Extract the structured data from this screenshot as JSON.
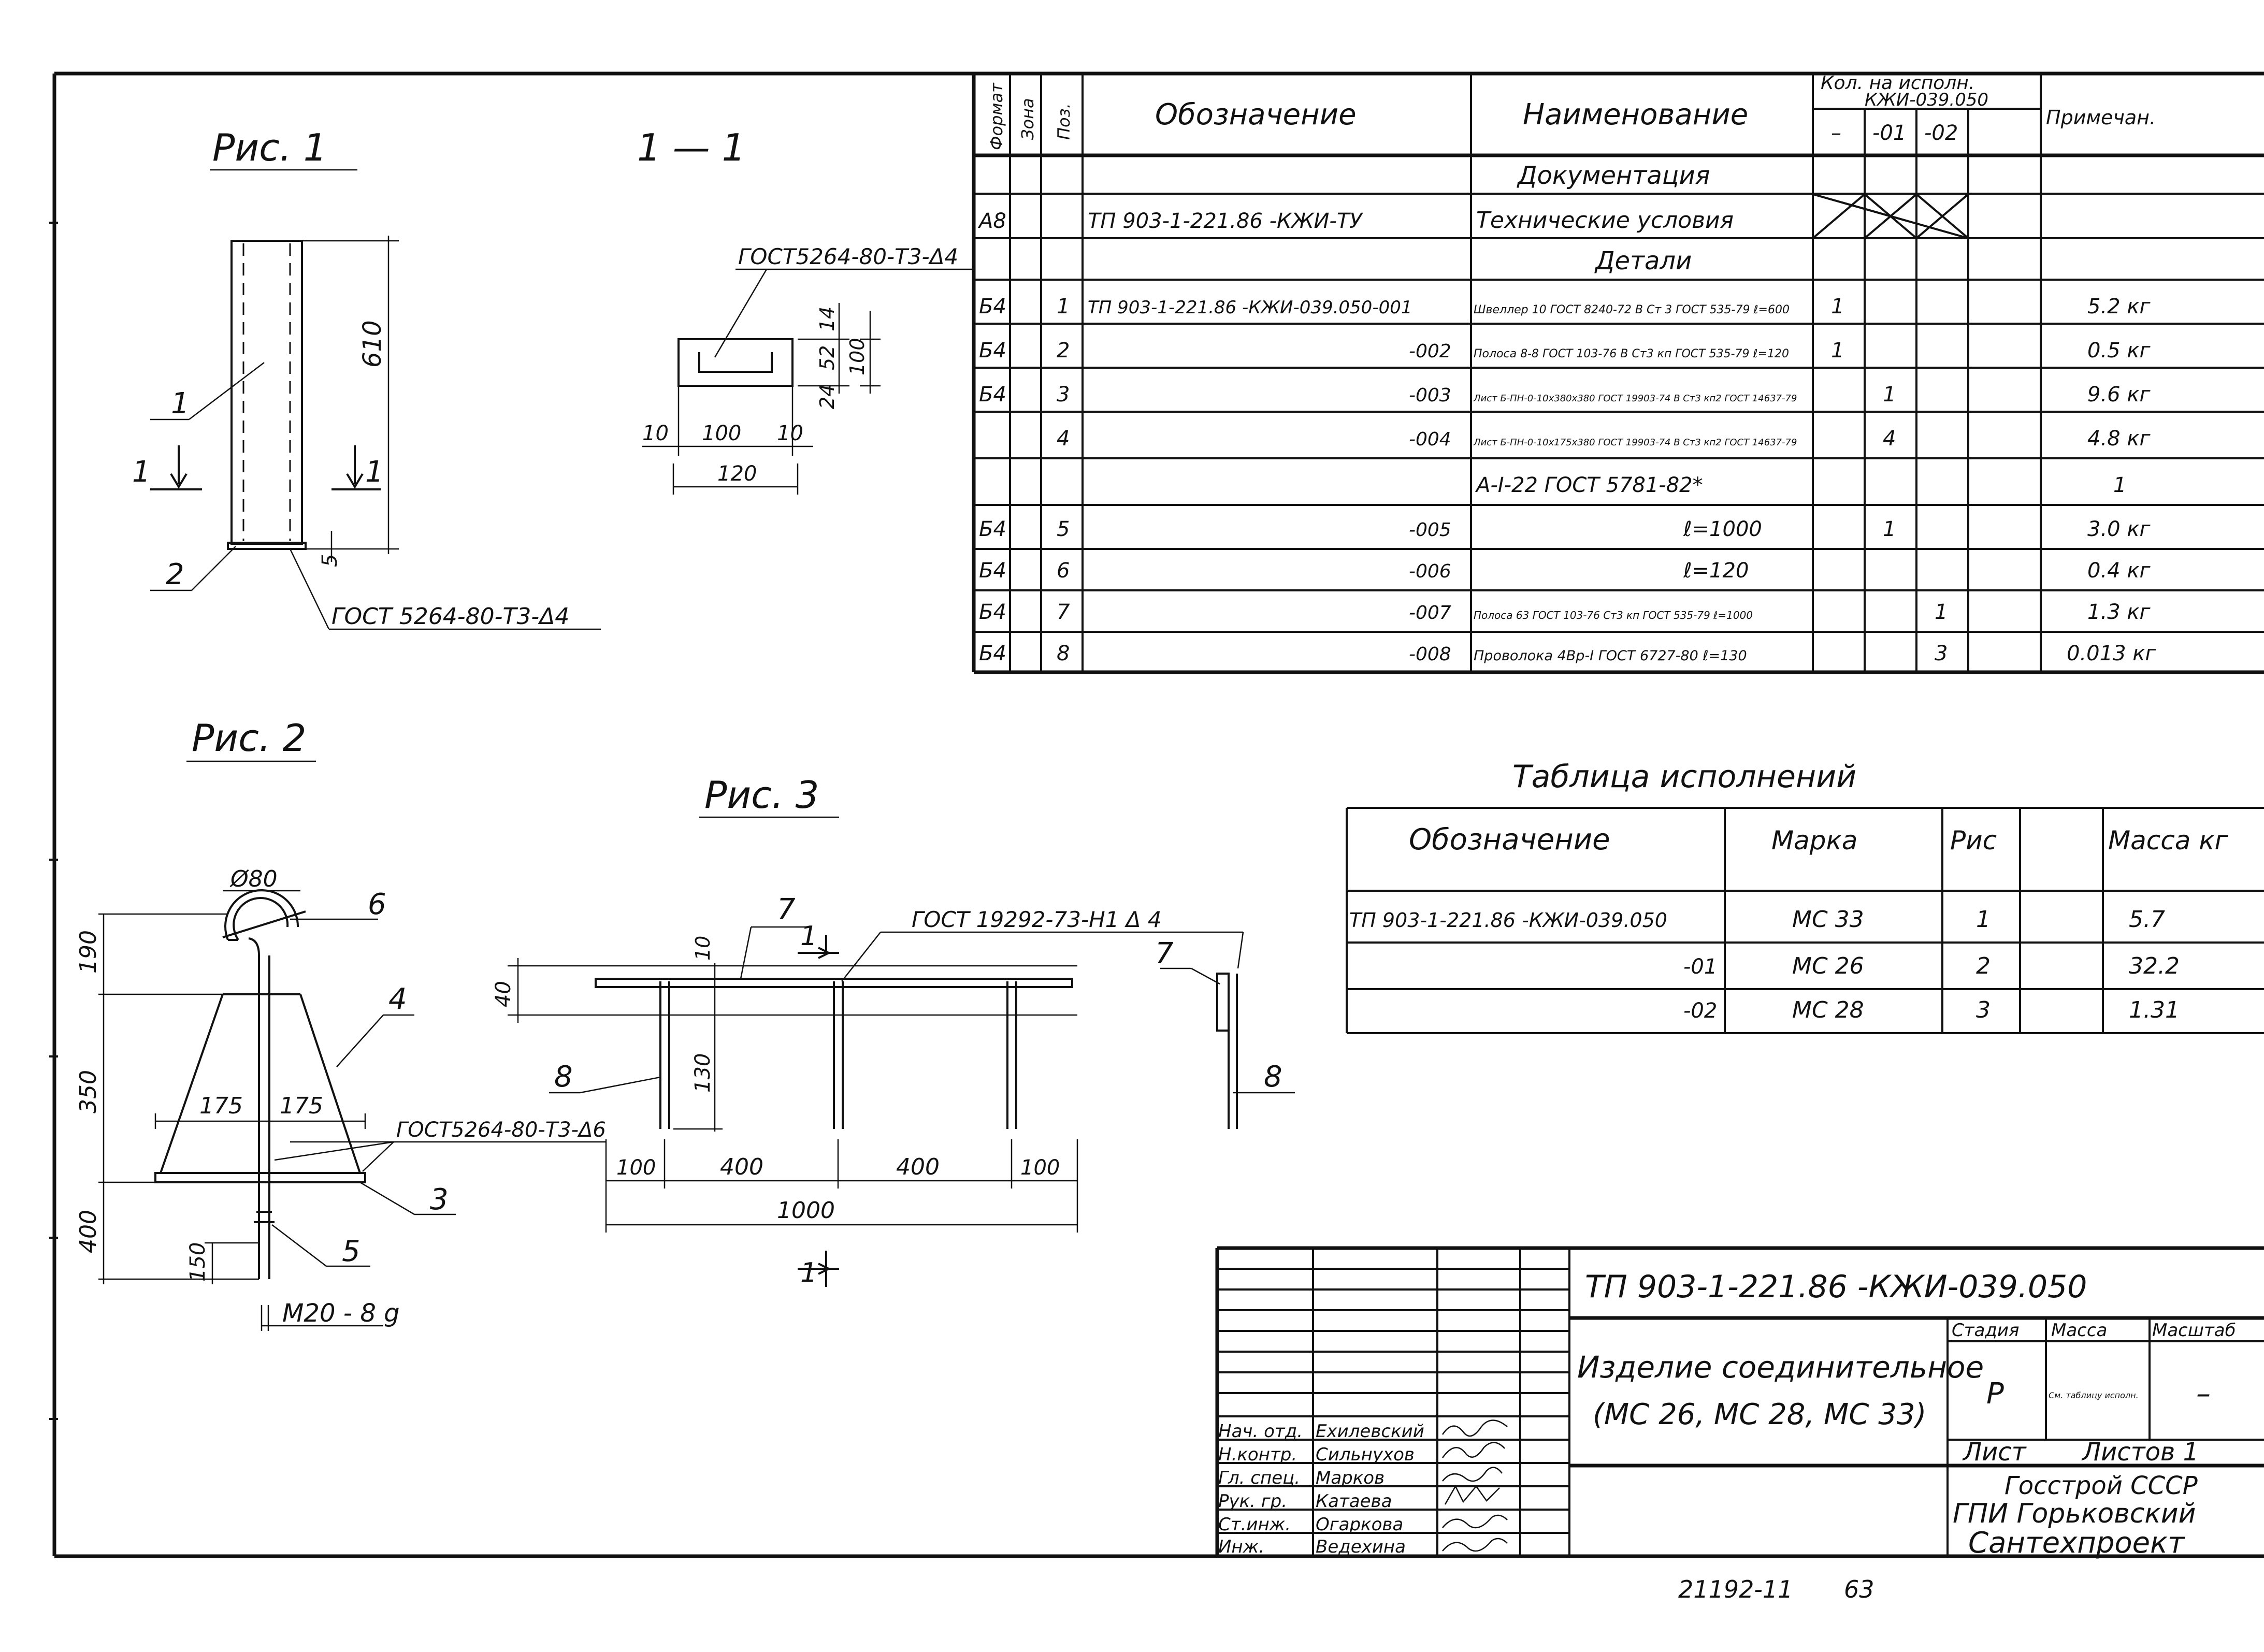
{
  "figures": {
    "fig1_title": "Рис. 1",
    "section_title": "1 — 1",
    "fig2_title": "Рис. 2",
    "fig3_title": "Рис. 3"
  },
  "fig1": {
    "pos1": "1",
    "pos2": "2",
    "cut_left": "1",
    "cut_right": "1",
    "dim_height": "610",
    "dim_gap": "5",
    "weld_note": "ГОСТ 5264-80-Т3-Δ4"
  },
  "section": {
    "weld_note": "ГОСТ5264-80-Т3-Δ4",
    "d10_left": "10",
    "d100": "100",
    "d10_right": "10",
    "d120": "120",
    "d14": "14",
    "d52": "52",
    "d24": "24",
    "d100v": "100"
  },
  "fig2": {
    "dia": "Ø80",
    "pos6": "6",
    "pos4": "4",
    "pos3": "3",
    "pos5": "5",
    "d190": "190",
    "d350": "350",
    "d400": "400",
    "d175a": "175",
    "d175b": "175",
    "d150": "150",
    "weld_note": "ГОСТ5264-80-Т3-Δ6",
    "thread": "М20 - 8 g"
  },
  "fig3": {
    "pos7": "7",
    "pos8": "8",
    "pos7b": "7",
    "pos8b": "8",
    "cut1_top": "1",
    "cut1_bottom": "1",
    "weld_note": "ГОСТ 19292-73-Н1 Δ 4",
    "d40": "40",
    "d10": "10",
    "d130": "130",
    "d100a": "100",
    "d400a": "400",
    "d400b": "400",
    "d100b": "100",
    "d1000": "1000"
  },
  "spec": {
    "headers": {
      "format": "Формат",
      "zone": "Зона",
      "pos": "Поз.",
      "designation": "Обозначение",
      "name": "Наименование",
      "qty_title": "Кол. на исполн.",
      "qty_base": "КЖИ-039.050",
      "qty_dash": "–",
      "qty_01": "-01",
      "qty_02": "-02",
      "note": "Примечан."
    },
    "rows": [
      {
        "fmt": "",
        "pos": "",
        "des": "",
        "name": "Документация",
        "q0": "",
        "q1": "",
        "q2": "",
        "note": ""
      },
      {
        "fmt": "А8",
        "pos": "",
        "des": "ТП 903-1-221.86 -КЖИ-ТУ",
        "name": "Технические условия",
        "q0": "",
        "q1": "",
        "q2": "",
        "note": ""
      },
      {
        "fmt": "",
        "pos": "",
        "des": "",
        "name": "Детали",
        "q0": "",
        "q1": "",
        "q2": "",
        "note": ""
      },
      {
        "fmt": "Б4",
        "pos": "1",
        "des": "ТП 903-1-221.86 -КЖИ-039.050-001",
        "name": "Швеллер 10 ГОСТ 8240-72 В Ст 3 ГОСТ 535-79 ℓ=600",
        "q0": "1",
        "q1": "",
        "q2": "",
        "note": "5.2 кг"
      },
      {
        "fmt": "Б4",
        "pos": "2",
        "des": "-002",
        "name": "Полоса 8-8 ГОСТ 103-76 В Ст3 кп ГОСТ 535-79 ℓ=120",
        "q0": "1",
        "q1": "",
        "q2": "",
        "note": "0.5 кг"
      },
      {
        "fmt": "Б4",
        "pos": "3",
        "des": "-003",
        "name": "Лист Б-ПН-0-10х380х380 ГОСТ 19903-74 В Ст3 кп2 ГОСТ 14637-79",
        "q0": "",
        "q1": "1",
        "q2": "",
        "note": "9.6 кг"
      },
      {
        "fmt": "",
        "pos": "4",
        "des": "-004",
        "name": "Лист Б-ПН-0-10х175х380 ГОСТ 19903-74 В Ст3 кп2 ГОСТ 14637-79",
        "q0": "",
        "q1": "4",
        "q2": "",
        "note": "4.8 кг"
      },
      {
        "fmt": "",
        "pos": "",
        "des": "",
        "name": "А-I-22 ГОСТ 5781-82*",
        "q0": "",
        "q1": "",
        "q2": "",
        "note": "1"
      },
      {
        "fmt": "Б4",
        "pos": "5",
        "des": "-005",
        "name": "ℓ=1000",
        "q0": "",
        "q1": "1",
        "q2": "",
        "note": "3.0 кг"
      },
      {
        "fmt": "Б4",
        "pos": "6",
        "des": "-006",
        "name": "ℓ=120",
        "q0": "",
        "q1": "",
        "q2": "",
        "note": "0.4 кг"
      },
      {
        "fmt": "Б4",
        "pos": "7",
        "des": "-007",
        "name": "Полоса 63 ГОСТ 103-76 Ст3 кп ГОСТ 535-79 ℓ=1000",
        "q0": "",
        "q1": "",
        "q2": "1",
        "note": "1.3 кг"
      },
      {
        "fmt": "Б4",
        "pos": "8",
        "des": "-008",
        "name": "Проволока 4Вр-I ГОСТ 6727-80 ℓ=130",
        "q0": "",
        "q1": "",
        "q2": "3",
        "note": "0.013 кг"
      }
    ]
  },
  "variants": {
    "title": "Таблица исполнений",
    "headers": {
      "designation": "Обозначение",
      "mark": "Марка",
      "fig": "Рис",
      "blank": "",
      "mass": "Масса кг"
    },
    "rows": [
      {
        "des": "ТП 903-1-221.86 -КЖИ-039.050",
        "mark": "МС 33",
        "fig": "1",
        "mass": "5.7"
      },
      {
        "des": "-01",
        "mark": "МС 26",
        "fig": "2",
        "mass": "32.2"
      },
      {
        "des": "-02",
        "mark": "МС 28",
        "fig": "3",
        "mass": "1.31"
      }
    ]
  },
  "titleblock": {
    "code": "ТП 903-1-221.86 -КЖИ-039.050",
    "name_line1": "Изделие соединительное",
    "name_line2": "(МС 26, МС 28, МС 33)",
    "stage_label": "Стадия",
    "mass_label": "Масса",
    "scale_label": "Масштаб",
    "stage_value": "Р",
    "mass_value": "См. таблицу исполн.",
    "scale_value": "–",
    "sheet_label": "Лист",
    "sheets_label": "Листов 1",
    "org_line1": "Госстрой СССР",
    "org_line2": "ГПИ Горьковский",
    "org_line3": "Сантехпроект",
    "people": [
      {
        "role": "Нач. отд.",
        "name": "Ехилевский"
      },
      {
        "role": "Н.контр.",
        "name": "Сильнухов"
      },
      {
        "role": "Гл. спец.",
        "name": "Марков"
      },
      {
        "role": "Рук. гр.",
        "name": "Катаева"
      },
      {
        "role": "Ст.инж.",
        "name": "Огаркова"
      },
      {
        "role": "Инж.",
        "name": "Ведехина"
      }
    ]
  },
  "footer": {
    "archive": "21192-11",
    "page": "63"
  }
}
